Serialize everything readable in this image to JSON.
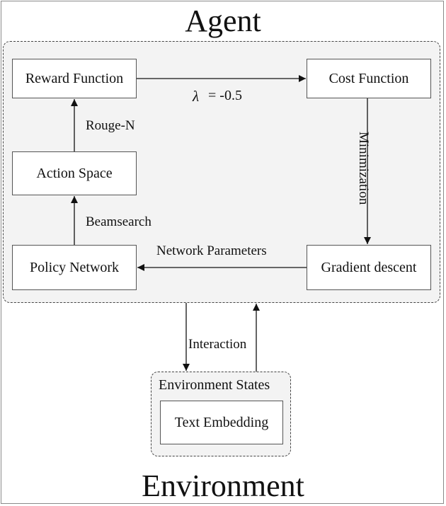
{
  "titles": {
    "agent": "Agent",
    "environment": "Environment"
  },
  "agent_boxes": {
    "reward_function": "Reward Function",
    "cost_function": "Cost Function",
    "action_space": "Action Space",
    "policy_network": "Policy Network",
    "gradient_descent": "Gradient descent"
  },
  "environment": {
    "states_label": "Environment States",
    "text_embedding": "Text Embedding"
  },
  "edge_labels": {
    "lambda_symbol": "λ",
    "lambda_value": "= -0.5",
    "rouge_n": "Rouge-N",
    "beamsearch": "Beamsearch",
    "network_parameters": "Network Parameters",
    "minimization": "Minimization",
    "interaction": "Interaction"
  },
  "colors": {
    "region_fill": "#f3f3f3",
    "border": "#444444",
    "arrow": "#111111"
  }
}
